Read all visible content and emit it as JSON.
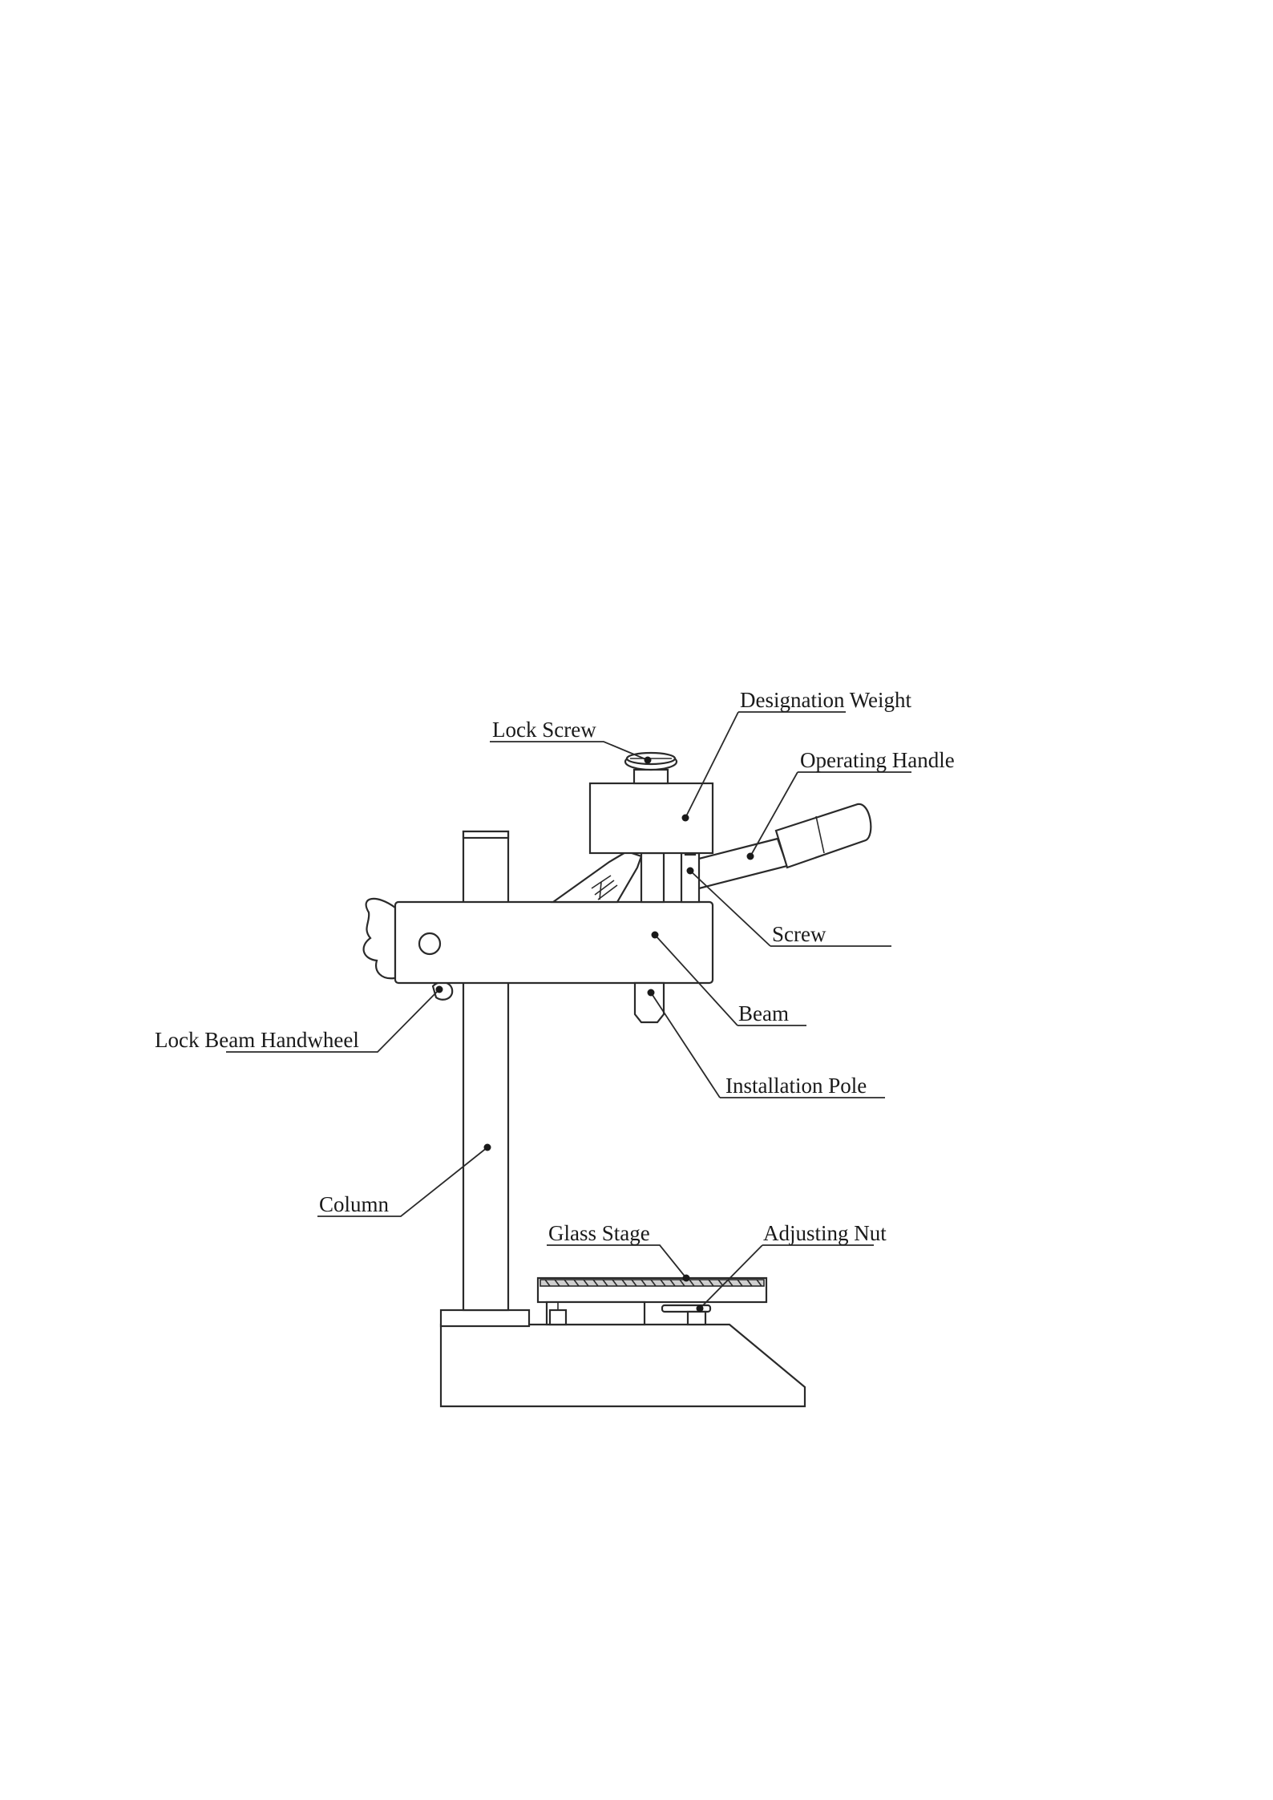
{
  "labels": {
    "designation_weight": "Designation Weight",
    "lock_screw": "Lock Screw",
    "operating_handle": "Operating Handle",
    "screw": "Screw",
    "beam": "Beam",
    "installation_pole": "Installation Pole",
    "lock_beam_handwheel": "Lock Beam Handwheel",
    "column": "Column",
    "glass_stage": "Glass Stage",
    "adjusting_nut": "Adjusting Nut"
  }
}
